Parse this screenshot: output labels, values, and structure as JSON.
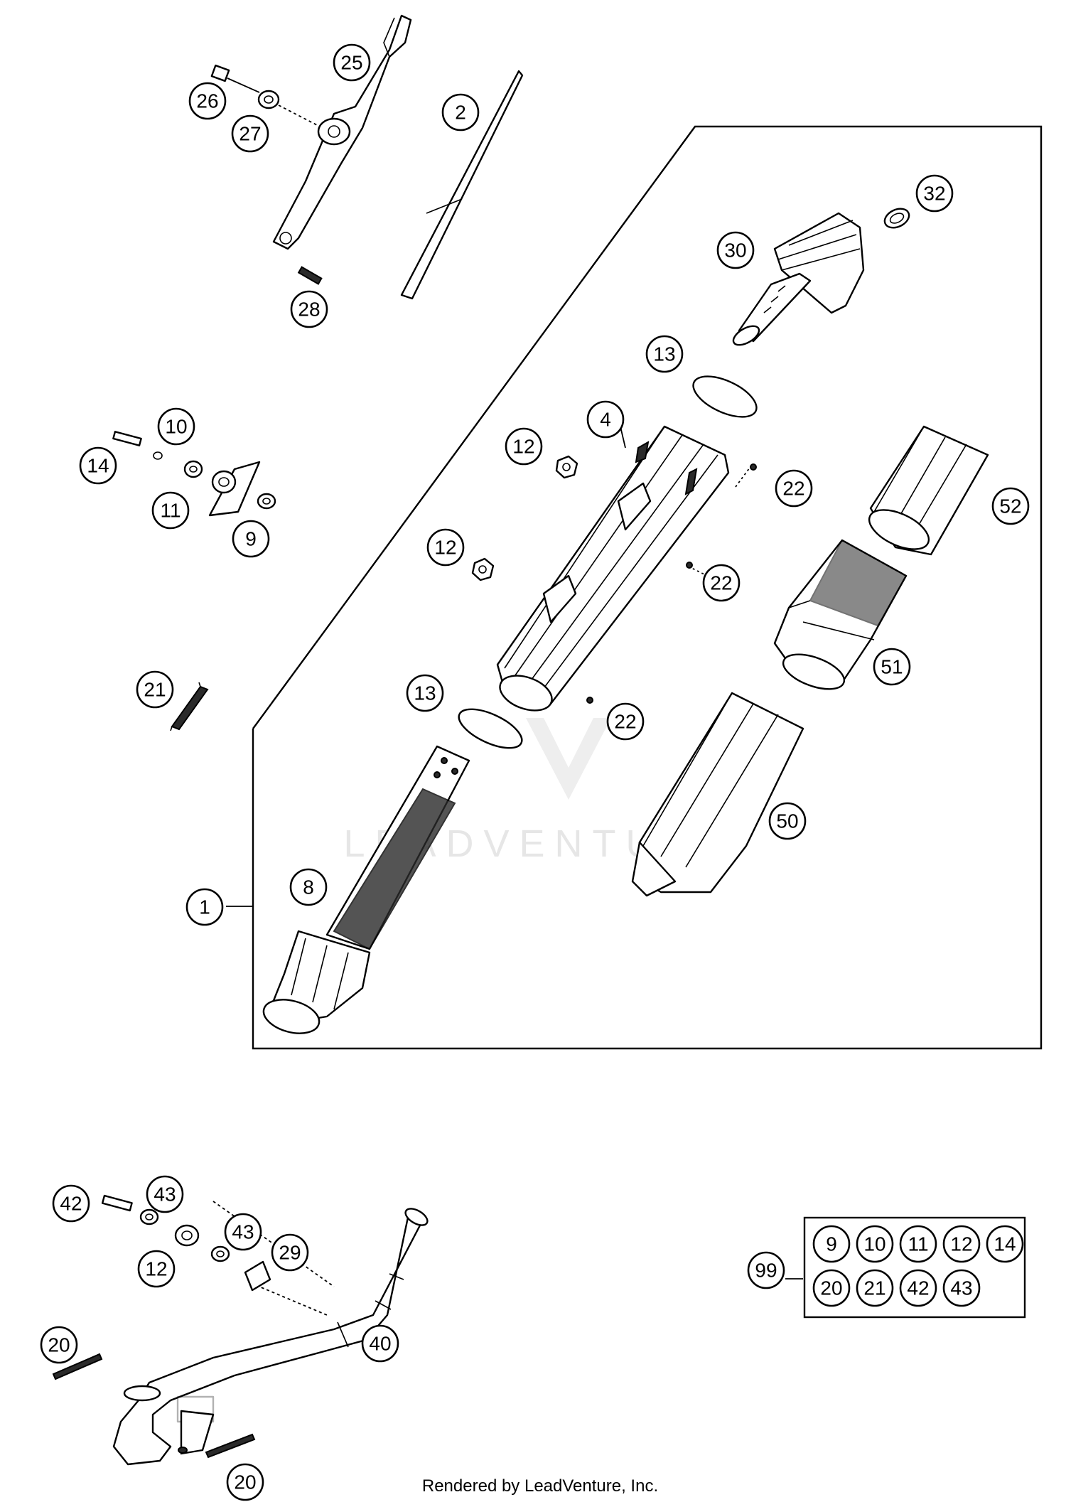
{
  "watermark": "LEADVENTURE",
  "footer": "Rendered by LeadVenture, Inc.",
  "callouts": {
    "c1": "1",
    "c2": "2",
    "c4": "4",
    "c8": "8",
    "c9": "9",
    "c10": "10",
    "c11": "11",
    "c12a": "12",
    "c12b": "12",
    "c12c": "12",
    "c13a": "13",
    "c13b": "13",
    "c14": "14",
    "c20a": "20",
    "c20b": "20",
    "c21": "21",
    "c22a": "22",
    "c22b": "22",
    "c22c": "22",
    "c25": "25",
    "c26": "26",
    "c27": "27",
    "c28": "28",
    "c29": "29",
    "c30": "30",
    "c32": "32",
    "c40": "40",
    "c42": "42",
    "c43a": "43",
    "c43b": "43",
    "c50": "50",
    "c51": "51",
    "c52": "52",
    "c99": "99"
  },
  "kit_99": [
    "9",
    "10",
    "11",
    "12",
    "14",
    "20",
    "21",
    "42",
    "43"
  ]
}
